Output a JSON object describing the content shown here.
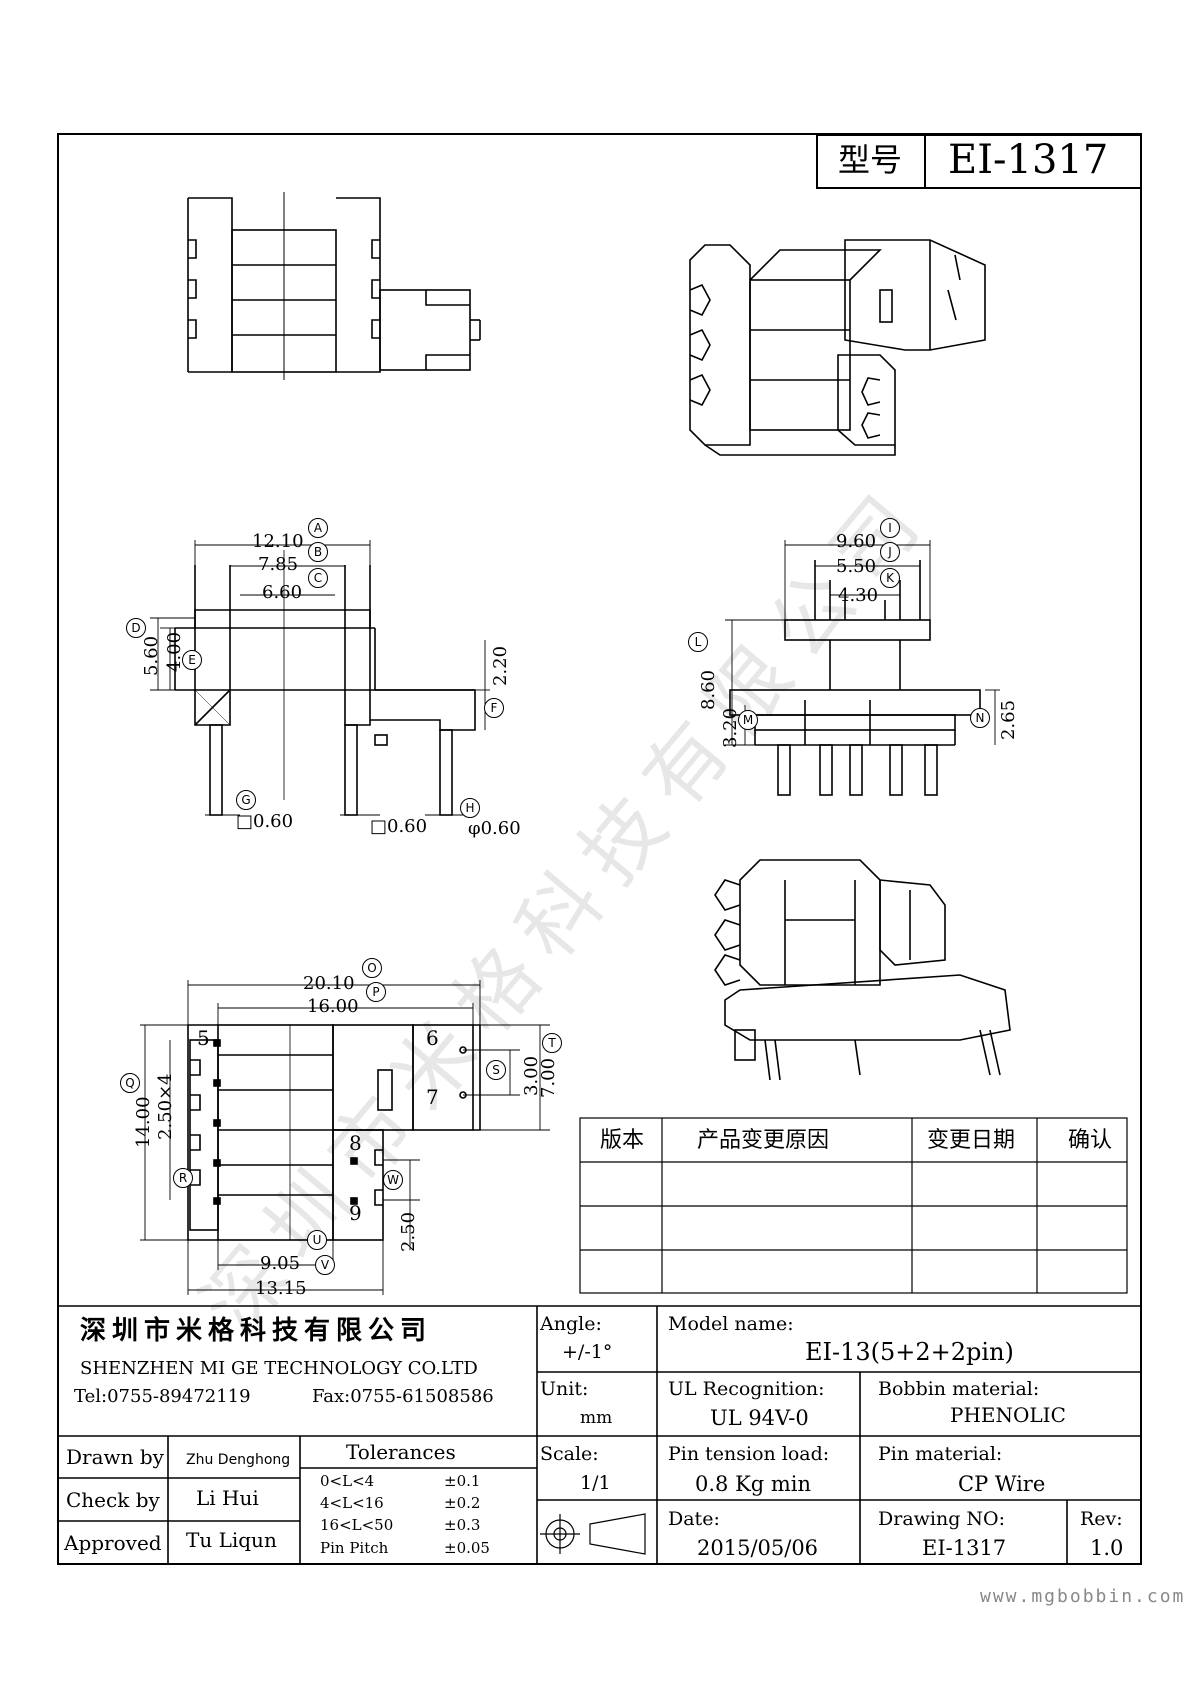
{
  "title_box": {
    "label": "型号",
    "value": "EI-1317"
  },
  "watermark": "深圳市米格科技有限公司",
  "dimensions": {
    "A": "12.10",
    "B": "7.85",
    "C": "6.60",
    "D": "5.60",
    "E": "4.00",
    "F": "2.20",
    "G": "□0.60",
    "G2": "□0.60",
    "H": "φ0.60",
    "I": "9.60",
    "J": "5.50",
    "K": "4.30",
    "L": "8.60",
    "M": "3.20",
    "N": "2.65",
    "O": "20.10",
    "P": "16.00",
    "Q": "14.00",
    "Q2": "2.50×4",
    "S": "3.00",
    "T": "7.00",
    "U": "9.05",
    "V": "13.15",
    "W": "2.50"
  },
  "letters": [
    "A",
    "B",
    "C",
    "D",
    "E",
    "F",
    "G",
    "H",
    "I",
    "J",
    "K",
    "L",
    "M",
    "N",
    "O",
    "P",
    "Q",
    "R",
    "S",
    "T",
    "U",
    "V",
    "W"
  ],
  "pins": [
    "5",
    "6",
    "7",
    "8",
    "9"
  ],
  "revision_table": {
    "headers": [
      "版本",
      "产品变更原因",
      "变更日期",
      "确认"
    ]
  },
  "company": {
    "name_cn": "深圳市米格科技有限公司",
    "name_en": "SHENZHEN  MI GE TECHNOLOGY  CO.LTD",
    "tel": "Tel:0755-89472119",
    "fax": "Fax:0755-61508586"
  },
  "angle": {
    "label": "Angle:",
    "value": "+/-1°"
  },
  "unit": {
    "label": "Unit:",
    "value": "mm"
  },
  "scale": {
    "label": "Scale:",
    "value": "1/1"
  },
  "model": {
    "label": "Model name:",
    "value": "EI-13(5+2+2pin)"
  },
  "ul": {
    "label": "UL Recognition:",
    "value": "UL 94V-0"
  },
  "bobbin": {
    "label": "Bobbin material:",
    "value": "PHENOLIC"
  },
  "pin_tension": {
    "label": "Pin tension load:",
    "value": "0.8 Kg min"
  },
  "pin_material": {
    "label": "Pin material:",
    "value": "CP Wire"
  },
  "date": {
    "label": "Date:",
    "value": "2015/05/06"
  },
  "drawing_no": {
    "label": "Drawing NO:",
    "value": "EI-1317"
  },
  "rev": {
    "label": "Rev:",
    "value": "1.0"
  },
  "drawn_by": {
    "label": "Drawn by",
    "value": "Zhu Denghong"
  },
  "check_by": {
    "label": "Check by",
    "value": "Li Hui"
  },
  "approved": {
    "label": "Approved",
    "value": "Tu Liqun"
  },
  "tolerances": {
    "title": "Tolerances",
    "rows": [
      {
        "range": "0<L<4",
        "tol": "±0.1"
      },
      {
        "range": "4<L<16",
        "tol": "±0.2"
      },
      {
        "range": "16<L<50",
        "tol": "±0.3"
      },
      {
        "range": "Pin Pitch",
        "tol": "±0.05"
      }
    ]
  },
  "website": "www.mgbobbin.com"
}
